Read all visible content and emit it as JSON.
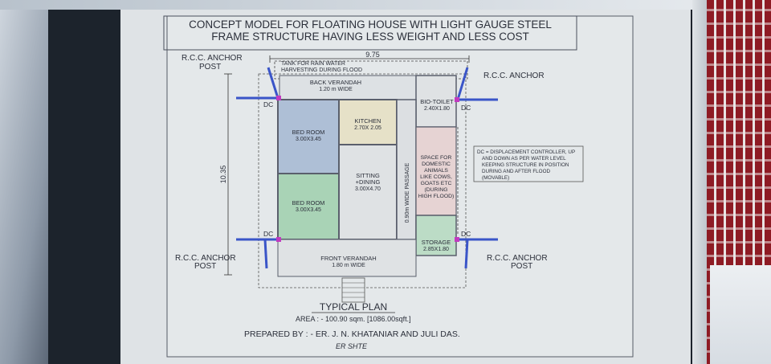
{
  "title_lines": [
    "CONCEPT MODEL FOR FLOATING HOUSE WITH LIGHT GAUGE STEEL",
    "FRAME STRUCTURE HAVING LESS WEIGHT AND LESS COST"
  ],
  "dimensions": {
    "width": "9.75",
    "height": "10.35"
  },
  "tank_label_lines": [
    "TANK FOR RAIN WATER",
    "HARVESTING DURING FLOOD"
  ],
  "anchors": {
    "top_left": [
      "R.C.C. ANCHOR",
      "POST"
    ],
    "top_right": [
      "R.C.C. ANCHOR"
    ],
    "bottom_left": [
      "R.C.C. ANCHOR",
      "POST"
    ],
    "bottom_right": [
      "R.C.C. ANCHOR",
      "POST"
    ]
  },
  "dc_label": "DC",
  "rooms": {
    "back_verandah": [
      "BACK VERANDAH",
      "1.20 m WIDE"
    ],
    "bio_toilet": [
      "BIO-TOILET",
      "2.40X1.80"
    ],
    "kitchen": [
      "KITCHEN",
      "2.70X 2.05"
    ],
    "bedroom_1": [
      "BED ROOM",
      "3.00X3.45"
    ],
    "bedroom_2": [
      "BED ROOM",
      "3.00X3.45"
    ],
    "sitting": [
      "SITTING",
      "+DINING",
      "3.00X4.70"
    ],
    "passage": "0.90m WIDE PASSAGE",
    "animals": [
      "SPACE FOR",
      "DOMESTIC",
      "ANIMALS",
      "LIKE COWS,",
      "GOATS ETC",
      "(DURING",
      "HIGH FLOOD)"
    ],
    "storage": [
      "STORAGE",
      "2.85X1.80"
    ],
    "front_verandah": [
      "FRONT VERANDAH",
      "1.80 m WIDE"
    ]
  },
  "dc_note_lines": [
    "DC = DISPLACEMENT CONTROLLER, UP",
    "AND DOWN AS PER WATER LEVEL",
    "KEEPING STRUCTURE IN POSITION",
    "DURING AND AFTER FLOOD",
    "(MOVABLE)"
  ],
  "plan_title": "TYPICAL PLAN",
  "area": "AREA : - 100.90 sqm. [1086.00sqft.]",
  "prepared_by": "PREPARED BY : - ER. J. N. KHATANIAR AND JULI DAS.",
  "signature": "ER SHTE",
  "colors": {
    "title_blue": "#2f3fb8",
    "wall": "#5a5f6c",
    "bedroom_1_fill": "#aebfd6",
    "bedroom_2_fill": "#a9d3b6",
    "kitchen_fill": "#e6e1c8",
    "animals_fill": "#e6d3d3",
    "storage_fill": "#bcdcc6",
    "post_blue": "#3a55c8",
    "post_magenta": "#c23ac0"
  }
}
